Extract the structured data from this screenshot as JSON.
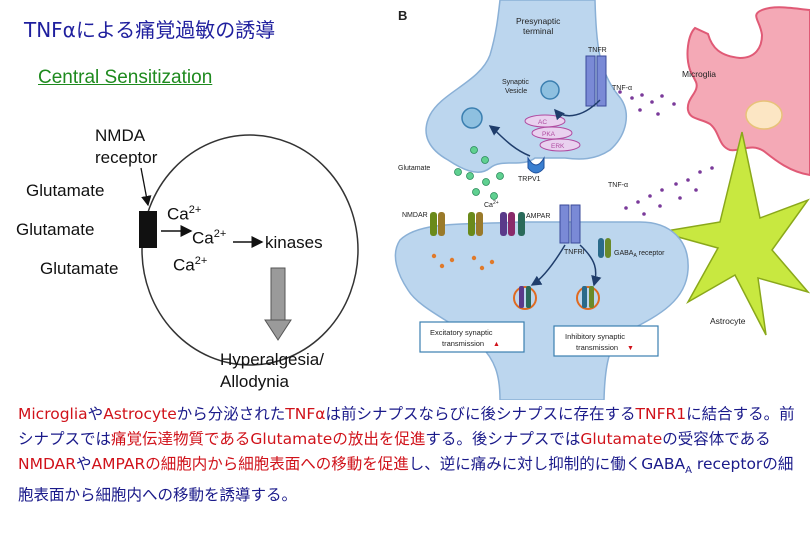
{
  "header": {
    "title": "TNFαによる痛覚過敏の誘導"
  },
  "left_diagram": {
    "title": "Central Sensitization",
    "nmda_line1": "NMDA",
    "nmda_line2": "receptor",
    "glutamate_labels": [
      "Glutamate",
      "Glutamate",
      "Glutamate"
    ],
    "ca_label": "Ca",
    "ca_superscript": "2+",
    "kinases": "kinases",
    "outcome_line1": "Hyperalgesia/",
    "outcome_line2": "Allodynia"
  },
  "right_diagram": {
    "panel_label": "B",
    "presynaptic_line1": "Presynaptic",
    "presynaptic_line2": "terminal",
    "synaptic_vesicle_line1": "Synaptic",
    "synaptic_vesicle_line2": "Vesicle",
    "tnfr": "TNFR",
    "tnf_alpha_1": "TNF-α",
    "tnf_alpha_2": "TNF-α",
    "microglia": "Microglia",
    "kinases": [
      "AC",
      "PKA",
      "ERK"
    ],
    "trpv1": "TRPV1",
    "glutamate": "Glutamate",
    "nmdar": "NMDAR",
    "ca2": "Ca",
    "ca2_sup": "2+",
    "ampar": "AMPAR",
    "tnfr1": "TNFRI",
    "gaba_label": "GABA",
    "gaba_sub": "A",
    "gaba_suffix": " receptor",
    "astrocyte": "Astrocyte",
    "excitatory_line1": "Excitatory synaptic",
    "excitatory_line2": "transmission",
    "inhibitory_line1": "Inhibitory synaptic",
    "inhibitory_line2": "transmission",
    "up_arrow": "▲",
    "down_arrow": "▼"
  },
  "caption": {
    "s1": "Microglia",
    "s2": "や",
    "s3": "Astrocyte",
    "s4": "から分泌された",
    "s5": "TNFα",
    "s6": "は前シナプスならびに後シナプスに存在する",
    "s7": "TNFR1",
    "s8": "に結合する。前シナプスでは",
    "s9": "痛覚伝達物質である",
    "s10": "Glutamate",
    "s11": "の放出を促進",
    "s12": "する。後シナプスでは",
    "s13": "Glutamate",
    "s14": "の受容体である",
    "s15": "NMDAR",
    "s16": "や",
    "s17": "AMPAR",
    "s18": "の細胞内から細胞表面への移動を促進",
    "s19": "し、逆に痛みに対し抑制的に働く",
    "s20": "GABA",
    "s21": "A",
    "s22": " receptor",
    "s23": "の細胞表面から細胞内への移動を誘導",
    "s24": "する。",
    "colors": {
      "red": "#d0121a",
      "blue": "#1a1a8a"
    }
  },
  "colors": {
    "title": "#1f1f9e",
    "central_sensitization": "#1e8a1e",
    "neuron_fill": "#b8d4ec",
    "microglia": "#f08a9e",
    "astrocyte": "#c8e840",
    "tnf_dots": "#7a3a9a"
  }
}
